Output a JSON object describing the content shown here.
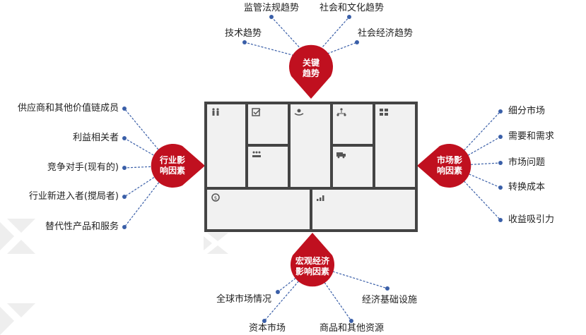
{
  "center": {
    "label": "关键\n趋势",
    "l1": "关键",
    "l2": "趋势",
    "color": "#c0101f",
    "items": [
      "监管法规趋势",
      "社会和文化趋势",
      "技术趋势",
      "社会经济趋势"
    ]
  },
  "left": {
    "l1": "行业影",
    "l2": "响因素",
    "items": [
      "供应商和其他价值链成员",
      "利益相关者",
      "竞争对手(现有的)",
      "行业新进入者(搅局者)",
      "替代性产品和服务"
    ]
  },
  "right": {
    "l1": "市场影",
    "l2": "响因素",
    "items": [
      "细分市场",
      "需要和需求",
      "市场问题",
      "转换成本",
      "收益吸引力"
    ]
  },
  "bottom": {
    "l1": "宏观经济",
    "l2": "影响因素",
    "items": [
      "全球市场情况",
      "经济基础设施",
      "资本市场",
      "商品和其他资源"
    ]
  },
  "canvas_icons": [
    "partners-icon",
    "activities-icon",
    "value-proposition-icon",
    "relationships-icon",
    "segments-icon",
    "resources-icon",
    "channels-icon",
    "cost-icon",
    "revenue-icon"
  ]
}
